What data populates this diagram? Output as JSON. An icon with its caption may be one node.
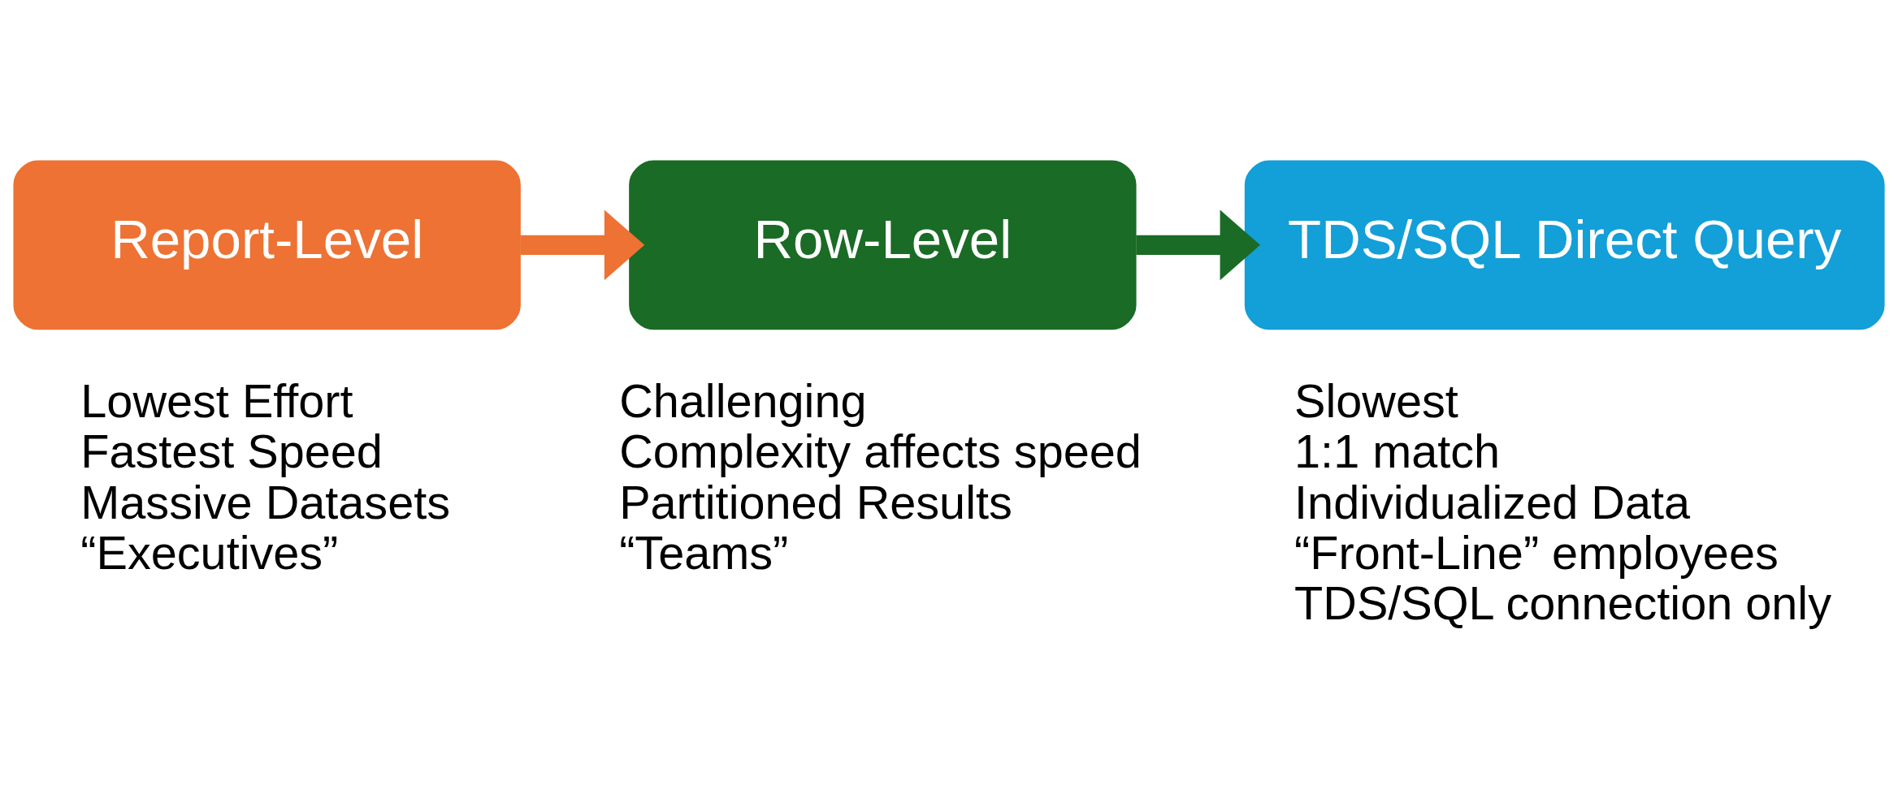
{
  "diagram": {
    "nodes": [
      {
        "text": [
          "Report-Level"
        ],
        "beside": [
          "Lowest Effort",
          "Fastest Speed",
          "Massive Datasets",
          "“Executives”"
        ]
      },
      {
        "text": [
          "Row-Level"
        ],
        "beside": [
          "Challenging",
          "Complexity affects speed",
          "Partitioned Results",
          "“Teams”"
        ]
      },
      {
        "text": [
          "TDS/SQL Direct Query"
        ],
        "beside": [
          "Slowest",
          "1:1 match",
          "Individualized Data",
          "“Front-Line” employees",
          "TDS/SQL connection only"
        ]
      }
    ],
    "edges": [
      {
        "from": 0,
        "to": 1,
        "arrow": "to",
        "color": "#ed7233"
      },
      {
        "from": 1,
        "to": 2,
        "arrow": "to",
        "color": "#1a6b25"
      }
    ]
  }
}
